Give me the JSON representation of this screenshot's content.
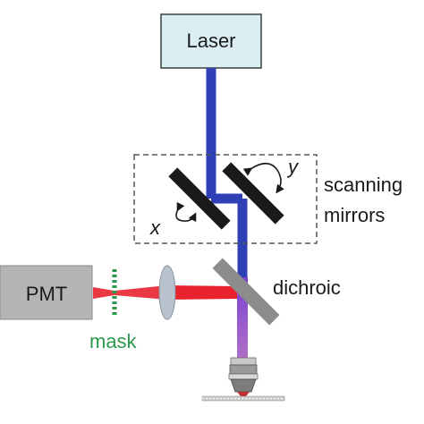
{
  "labels": {
    "laser": "Laser",
    "scanning": "scanning",
    "mirrors": "mirrors",
    "axis_x": "x",
    "axis_y": "y",
    "dichroic": "dichroic",
    "pmt": "PMT",
    "mask": "mask"
  },
  "colors": {
    "laser_box_fill": "#dbeef4",
    "laser_box_stroke": "#3d3d3d",
    "excitation_beam": "#2f3fb6",
    "emission_beam": "#e8232d",
    "combined_beam": "#8a4fc0",
    "mirror": "#1a1a1a",
    "dichroic": "#8c8c8c",
    "pmt_fill": "#b5b5b5",
    "mask": "#2a9a4a",
    "lens": "#b8c2cc",
    "dash_box": "#555555",
    "text": "#1a1a1a"
  },
  "icons": {
    "mirror_rotation_x": "curved-arrow-icon",
    "mirror_rotation_y": "curved-arrow-icon",
    "objective": "objective-lens-icon",
    "sample": "sample-stage-icon"
  }
}
